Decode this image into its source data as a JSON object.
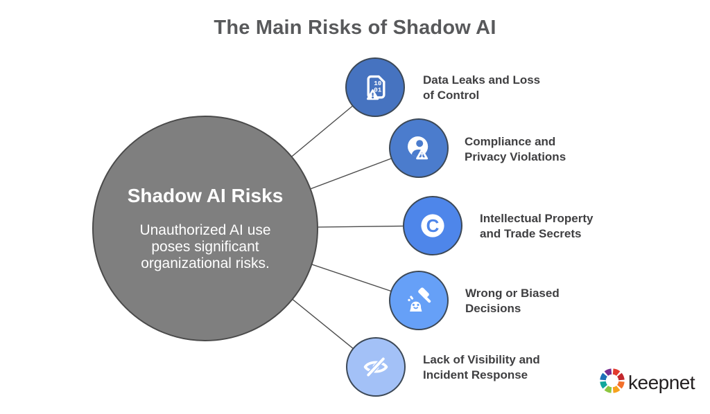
{
  "title": "The Main Risks of Shadow AI",
  "title_color": "#58595b",
  "connector_color": "#4d4d4d",
  "node_border_color": "#3c4856",
  "label_color": "#3f3f41",
  "center": {
    "heading": "Shadow AI Risks",
    "description_line1": "Unauthorized AI use",
    "description_line2": "poses significant",
    "description_line3": "organizational risks.",
    "circle_color": "#7f7f7f",
    "border_color": "#4a4a4a",
    "text_color": "#ffffff"
  },
  "nodes": [
    {
      "icon": "document-binary-warning-icon",
      "label_line1": "Data Leaks and Loss",
      "label_line2": "of Control",
      "circle_color": "#4673c0"
    },
    {
      "icon": "user-warning-icon",
      "label_line1": "Compliance and",
      "label_line2": "Privacy Violations",
      "circle_color": "#4b7ccd"
    },
    {
      "icon": "copyright-icon",
      "label_line1": "Intellectual Property",
      "label_line2": "and Trade Secrets",
      "circle_color": "#4e86ea"
    },
    {
      "icon": "gavel-ghost-icon",
      "label_line1": "Wrong or Biased",
      "label_line2": "Decisions",
      "circle_color": "#66a0f7"
    },
    {
      "icon": "eye-off-icon",
      "label_line1": "Lack of Visibility and",
      "label_line2": "Incident Response",
      "circle_color": "#a3c1f7"
    }
  ],
  "logo": {
    "text": "keepnet",
    "text_color": "#231f20",
    "segment_colors": [
      "#e23a2e",
      "#c2272d",
      "#f2702b",
      "#f6a21d",
      "#8dc63f",
      "#12a79b",
      "#1d71b8",
      "#7a2d8f"
    ]
  }
}
